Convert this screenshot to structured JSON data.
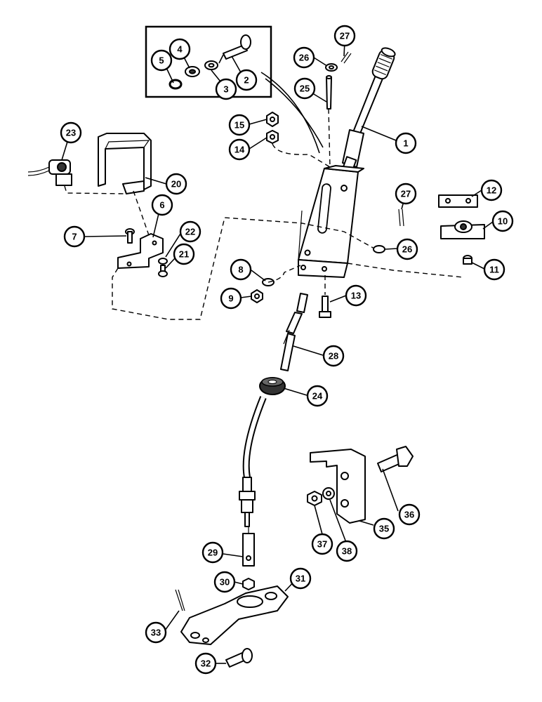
{
  "callouts": [
    {
      "id": "c1",
      "label": "1"
    },
    {
      "id": "c2",
      "label": "2"
    },
    {
      "id": "c3",
      "label": "3"
    },
    {
      "id": "c4",
      "label": "4"
    },
    {
      "id": "c5",
      "label": "5"
    },
    {
      "id": "c6",
      "label": "6"
    },
    {
      "id": "c7",
      "label": "7"
    },
    {
      "id": "c8",
      "label": "8"
    },
    {
      "id": "c9",
      "label": "9"
    },
    {
      "id": "c10",
      "label": "10"
    },
    {
      "id": "c11",
      "label": "11"
    },
    {
      "id": "c12",
      "label": "12"
    },
    {
      "id": "c13",
      "label": "13"
    },
    {
      "id": "c14",
      "label": "14"
    },
    {
      "id": "c15",
      "label": "15"
    },
    {
      "id": "c20",
      "label": "20"
    },
    {
      "id": "c21",
      "label": "21"
    },
    {
      "id": "c22",
      "label": "22"
    },
    {
      "id": "c23",
      "label": "23"
    },
    {
      "id": "c24",
      "label": "24"
    },
    {
      "id": "c25",
      "label": "25"
    },
    {
      "id": "c26a",
      "label": "26"
    },
    {
      "id": "c26b",
      "label": "26"
    },
    {
      "id": "c27a",
      "label": "27"
    },
    {
      "id": "c27b",
      "label": "27"
    },
    {
      "id": "c28",
      "label": "28"
    },
    {
      "id": "c29",
      "label": "29"
    },
    {
      "id": "c30",
      "label": "30"
    },
    {
      "id": "c31",
      "label": "31"
    },
    {
      "id": "c32",
      "label": "32"
    },
    {
      "id": "c33",
      "label": "33"
    },
    {
      "id": "c35",
      "label": "35"
    },
    {
      "id": "c36",
      "label": "36"
    },
    {
      "id": "c37",
      "label": "37"
    },
    {
      "id": "c38",
      "label": "38"
    }
  ]
}
